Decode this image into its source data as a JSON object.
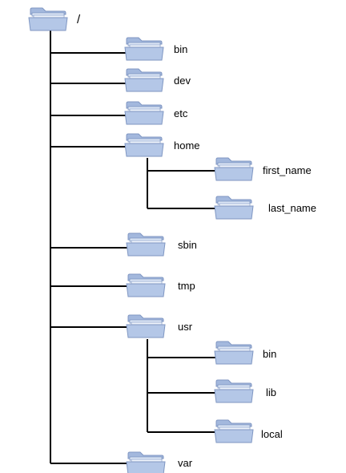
{
  "tree": {
    "root": {
      "name": "/"
    },
    "nodes": [
      {
        "id": "bin",
        "label": "bin",
        "parent": "/"
      },
      {
        "id": "dev",
        "label": "dev",
        "parent": "/"
      },
      {
        "id": "etc",
        "label": "etc",
        "parent": "/"
      },
      {
        "id": "home",
        "label": "home",
        "parent": "/"
      },
      {
        "id": "first_name",
        "label": "first_name",
        "parent": "home"
      },
      {
        "id": "last_name",
        "label": "last_name",
        "parent": "home"
      },
      {
        "id": "sbin",
        "label": "sbin",
        "parent": "/"
      },
      {
        "id": "tmp",
        "label": "tmp",
        "parent": "/"
      },
      {
        "id": "usr",
        "label": "usr",
        "parent": "/"
      },
      {
        "id": "usr_bin",
        "label": "bin",
        "parent": "usr"
      },
      {
        "id": "usr_lib",
        "label": "lib",
        "parent": "usr"
      },
      {
        "id": "usr_local",
        "label": "local",
        "parent": "usr"
      },
      {
        "id": "var",
        "label": "var",
        "parent": "/"
      }
    ]
  },
  "colors": {
    "folder_fill": "#b4c7e7",
    "folder_back": "#a3b8dd",
    "folder_stroke": "#7f96c2",
    "line": "#000000",
    "text": "#000000"
  },
  "icons": {
    "folder": "folder-icon"
  }
}
